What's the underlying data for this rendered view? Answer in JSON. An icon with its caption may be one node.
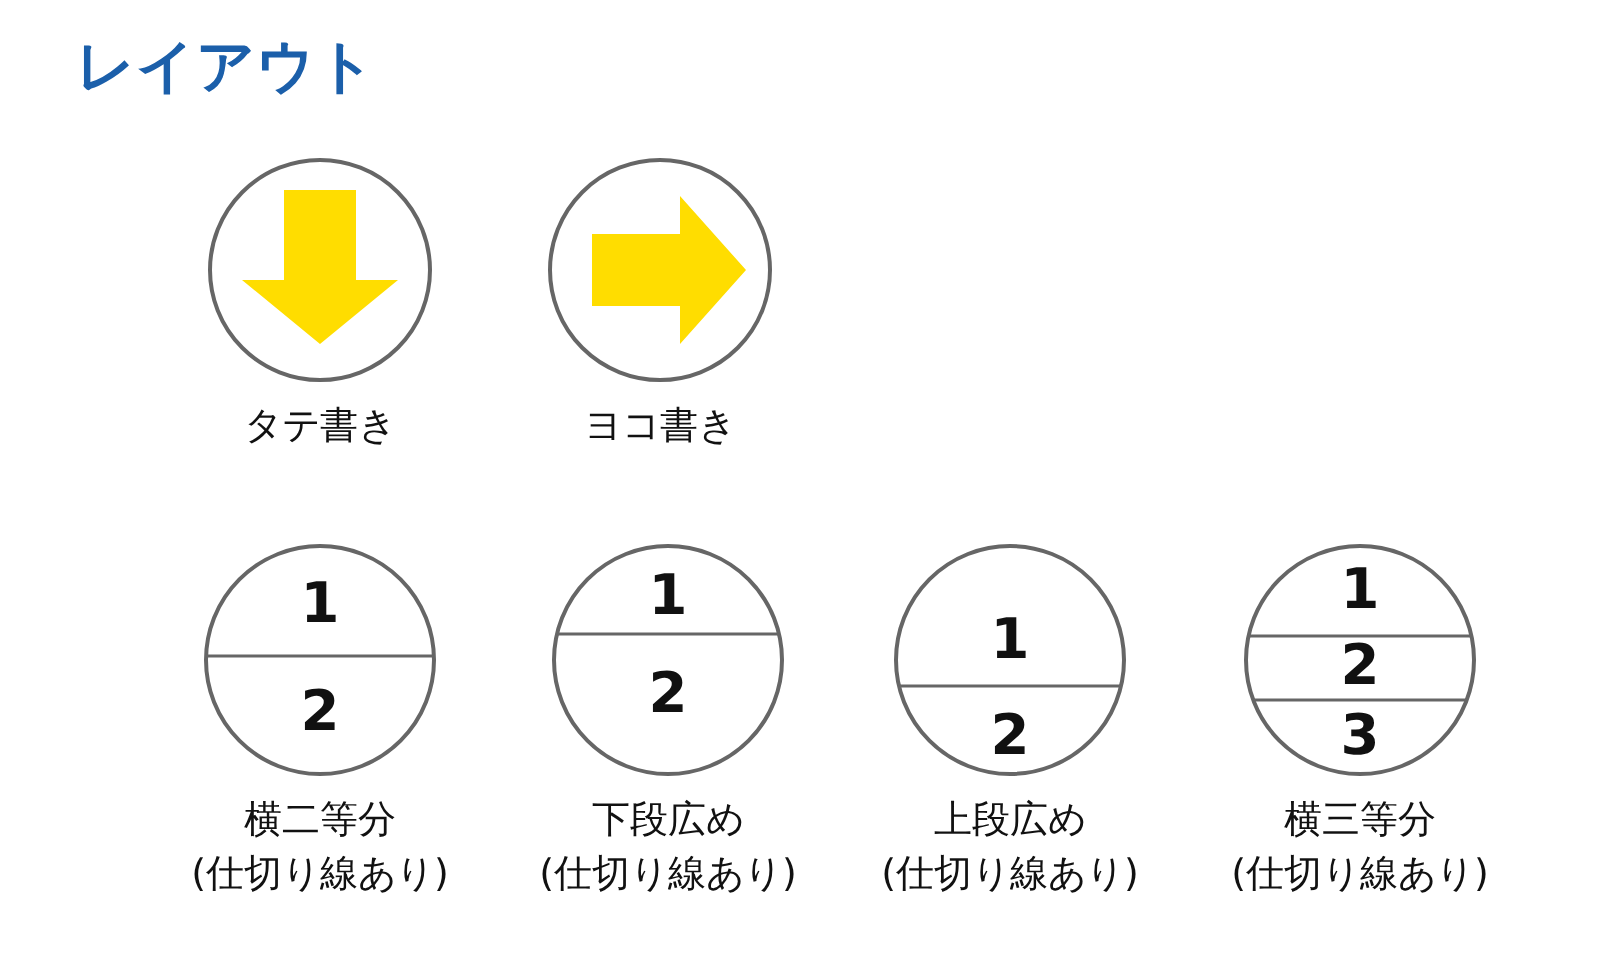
{
  "diagram": {
    "title": "レイアウト",
    "nodes": [
      {
        "text": [
          "タテ書き"
        ]
      },
      {
        "text": [
          "ヨコ書き"
        ]
      },
      {
        "text": [
          "1",
          "2",
          "横二等分 (仕切り線あり)"
        ]
      },
      {
        "text": [
          "1",
          "2",
          "下段広め (仕切り線あり)"
        ]
      },
      {
        "text": [
          "1",
          "2",
          "上段広め (仕切り線あり)"
        ]
      },
      {
        "text": [
          "1",
          "2",
          "3",
          "横三等分 (仕切り線あり)"
        ]
      }
    ]
  }
}
